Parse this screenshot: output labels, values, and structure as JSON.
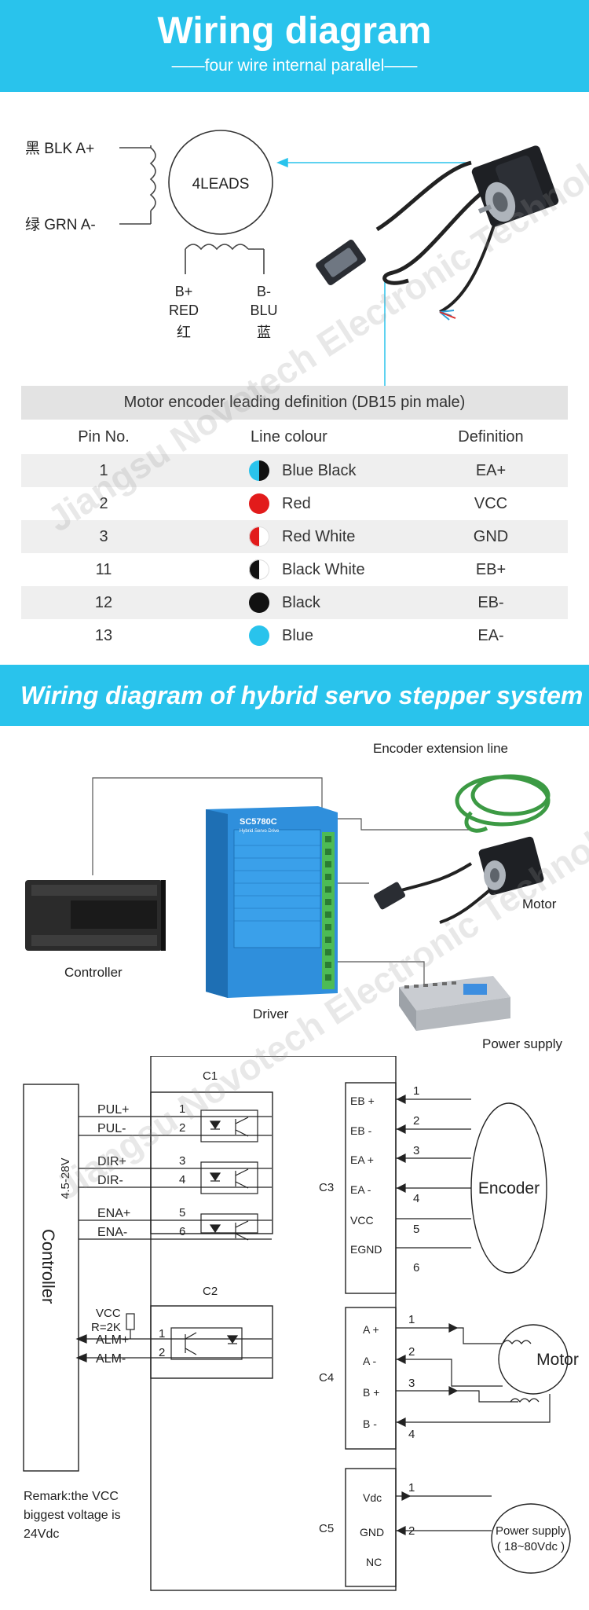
{
  "banner1": {
    "title": "Wiring diagram",
    "subtitle": "——four wire internal parallel——"
  },
  "motor_wiring": {
    "coil_top_left": "黑 BLK   A+",
    "coil_bottom_left": "绿 GRN   A-",
    "center_label": "4LEADS",
    "b_plus": {
      "code": "B+",
      "color": "RED",
      "cn": "红"
    },
    "b_minus": {
      "code": "B-",
      "color": "BLU",
      "cn": "蓝"
    }
  },
  "encoder_table": {
    "title": "Motor encoder leading definition (DB15 pin male)",
    "columns": [
      "Pin No.",
      "Line colour",
      "Definition"
    ],
    "rows": [
      {
        "pin": "1",
        "colour": "Blue Black",
        "definition": "EA+",
        "left": "#29c3ec",
        "right": "#111111"
      },
      {
        "pin": "2",
        "colour": "Red",
        "definition": "VCC",
        "left": "#e21b1b",
        "right": "#e21b1b"
      },
      {
        "pin": "3",
        "colour": "Red White",
        "definition": "GND",
        "left": "#e21b1b",
        "right": "#ffffff"
      },
      {
        "pin": "11",
        "colour": "Black White",
        "definition": "EB+",
        "left": "#111111",
        "right": "#ffffff"
      },
      {
        "pin": "12",
        "colour": "Black",
        "definition": "EB-",
        "left": "#111111",
        "right": "#111111"
      },
      {
        "pin": "13",
        "colour": "Blue",
        "definition": "EA-",
        "left": "#29c3ec",
        "right": "#29c3ec"
      }
    ]
  },
  "banner2": {
    "title": "Wiring diagram of hybrid servo stepper system"
  },
  "system": {
    "encoder_line": "Encoder extension line",
    "motor": "Motor",
    "controller": "Controller",
    "driver": "Driver",
    "power": "Power supply",
    "driver_model": "SC5780C",
    "driver_sub": "Hybrid Servo Drive"
  },
  "schematic": {
    "controller": "Controller",
    "voltage": "4.5-28V",
    "c1": "C1",
    "c2": "C2",
    "c3": "C3",
    "c4": "C4",
    "c5": "C5",
    "pul_plus": "PUL+",
    "pul_minus": "PUL-",
    "dir_plus": "DIR+",
    "dir_minus": "DIR-",
    "ena_plus": "ENA+",
    "ena_minus": "ENA-",
    "n1": "1",
    "n2": "2",
    "n3": "3",
    "n4": "4",
    "n5": "5",
    "n6": "6",
    "vcc": "VCC",
    "resistor": "R=2K",
    "alm_plus": "ALM+",
    "alm_minus": "ALM-",
    "eb_plus": "EB +",
    "eb_minus": "EB -",
    "ea_plus": "EA +",
    "ea_minus": "EA -",
    "vcc2": "VCC",
    "egnd": "EGND",
    "encoder": "Encoder",
    "a_plus": "A +",
    "a_minus": "A -",
    "b_plus": "B +",
    "b_minus": "B -",
    "motor": "Motor",
    "vdc": "Vdc",
    "gnd": "GND",
    "nc": "NC",
    "ps_line1": "Power supply",
    "ps_line2": "( 18~80Vdc )",
    "remark1": "Remark:the VCC",
    "remark2": "biggest voltage is",
    "remark3": "24Vdc"
  },
  "watermark": "Jiangsu Novotech Electronic Technology Co.Ltd"
}
